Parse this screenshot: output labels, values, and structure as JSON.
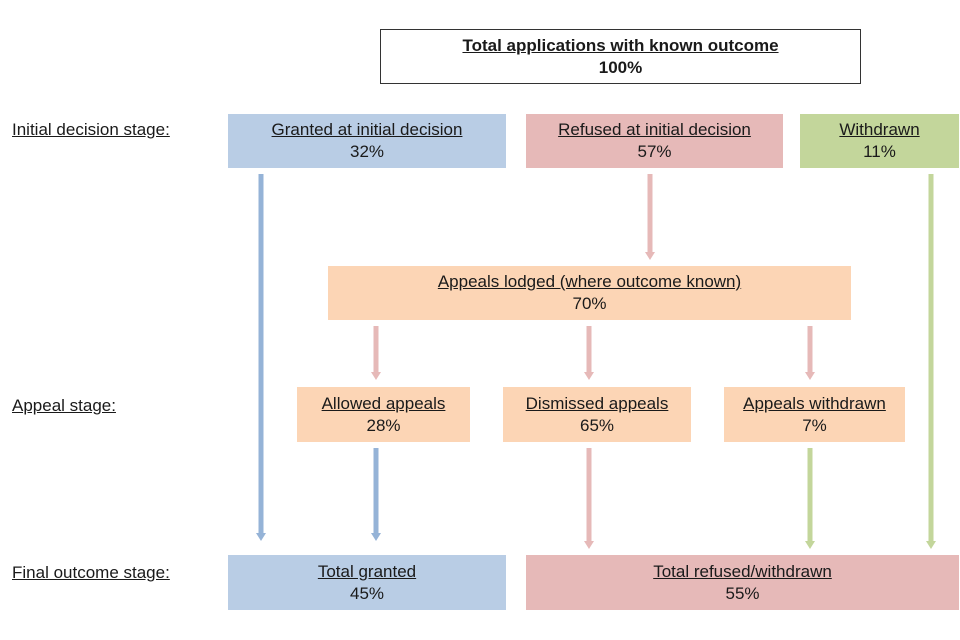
{
  "stages": {
    "initial": "Initial decision stage:",
    "appeal": "Appeal stage:",
    "final": "Final outcome stage:"
  },
  "top": {
    "title": "Total applications with known outcome",
    "value": "100%"
  },
  "granted": {
    "title": "Granted at initial decision",
    "value": "32%"
  },
  "refused": {
    "title": "Refused at initial decision",
    "value": "57%"
  },
  "withdrawn": {
    "title": "Withdrawn",
    "value": "11%"
  },
  "appeals_lodged": {
    "title": "Appeals lodged (where outcome known)",
    "value": "70%"
  },
  "allowed": {
    "title": "Allowed appeals",
    "value": "28%"
  },
  "dismissed": {
    "title": "Dismissed appeals",
    "value": "65%"
  },
  "appeals_withdrawn": {
    "title": "Appeals withdrawn",
    "value": "7%"
  },
  "total_granted": {
    "title": "Total granted",
    "value": "45%"
  },
  "total_refused": {
    "title": "Total refused/withdrawn",
    "value": "55%"
  },
  "colors": {
    "blue_box": "#b9cde5",
    "red_box": "#e6b9b8",
    "green_box": "#c3d69b",
    "peach_box": "#fcd5b5",
    "blue_arrow": "#95b3d7",
    "red_arrow": "#e6b9b8",
    "green_arrow": "#c3d69b"
  }
}
